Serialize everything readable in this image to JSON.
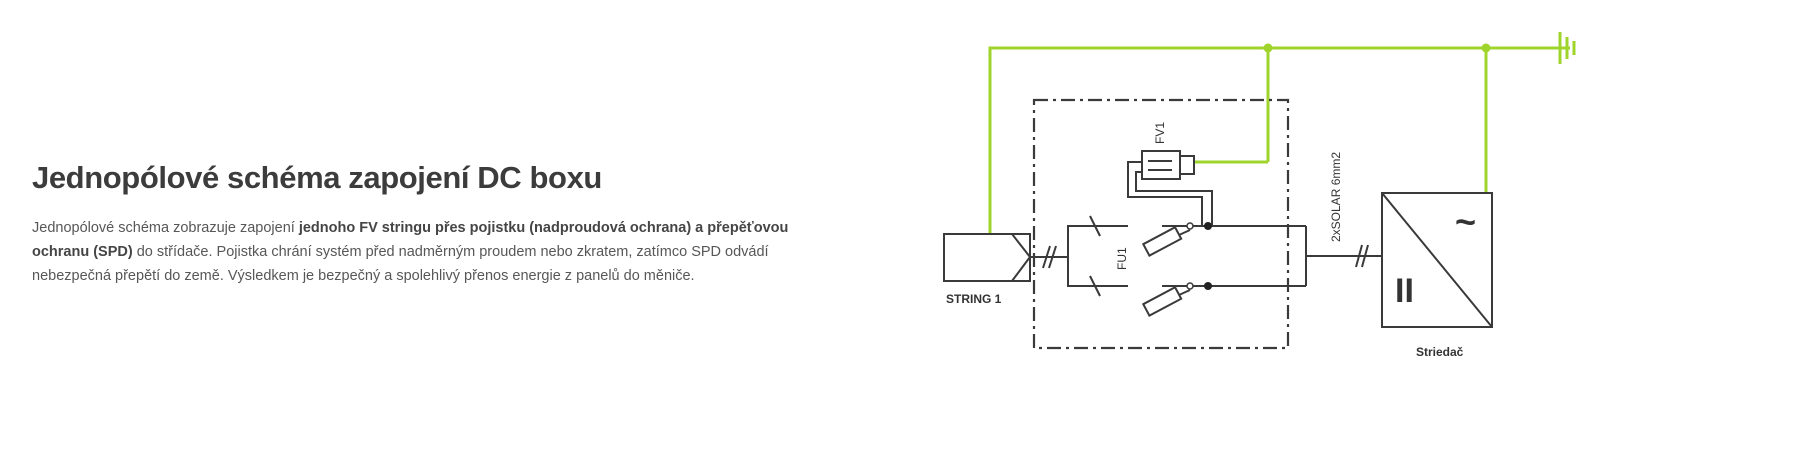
{
  "section": {
    "title": "Jednopólové schéma zapojení DC boxu",
    "desc_parts": [
      {
        "t": "Jednopólové schéma zobrazuje zapojení ",
        "b": false
      },
      {
        "t": "jednoho FV stringu přes pojistku (nadproudová ochrana) a přepěťovou ochranu (SPD)",
        "b": true
      },
      {
        "t": " do střídače. Pojistka chrání systém před nadměrným proudem nebo zkratem, zatímco SPD odvádí nebezpečná přepětí do země. Výsledkem je bezpečný a spolehlivý přenos energie z panelů do měniče.",
        "b": false
      }
    ]
  },
  "diagram": {
    "labels": {
      "string": "STRING 1",
      "fuse": "FU1",
      "spd": "FV1",
      "cable": "2xSOLAR 6mm2",
      "inverter": "Striedač",
      "ac_symbol": "~",
      "dc_symbol": "II"
    },
    "colors": {
      "ground_wire": "#9fd42a",
      "line": "#3a3a3a",
      "text": "#4a4a4a"
    }
  }
}
